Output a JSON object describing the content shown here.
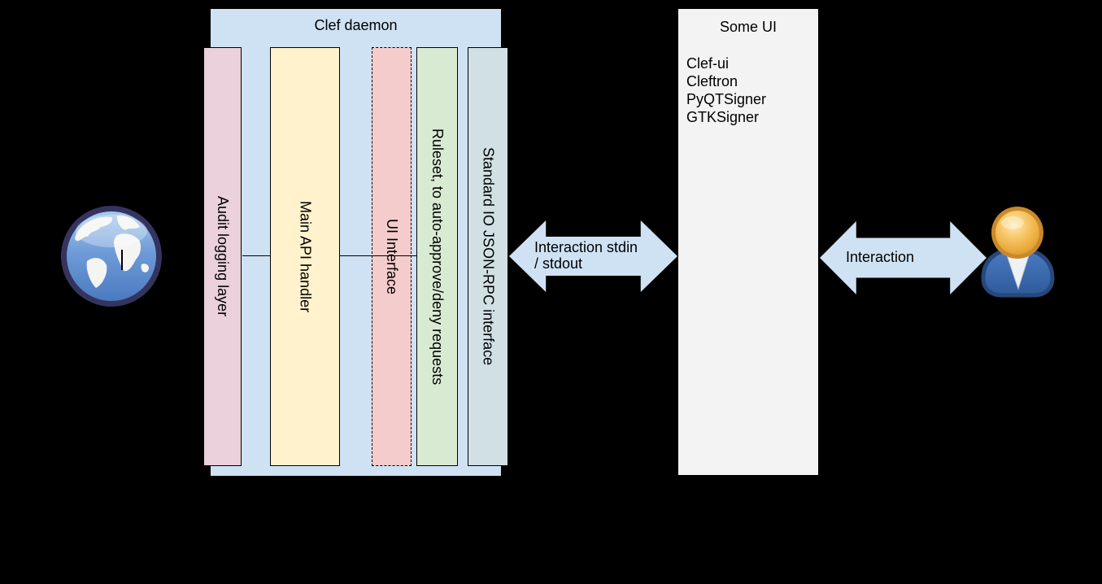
{
  "canvas": {
    "background": "#000000"
  },
  "clef_daemon": {
    "title": "Clef daemon",
    "fill": "#cfe2f3",
    "border_color": "#000000",
    "layers": [
      {
        "label": "Audit logging layer",
        "fill": "#ead1dc",
        "border_style": "solid"
      },
      {
        "label": "Main API handler",
        "fill": "#fff2cc",
        "border_style": "solid"
      },
      {
        "label": "UI Interface",
        "fill": "#f4cccc",
        "border_style": "dashed"
      },
      {
        "label": "Ruleset, to auto-approve/deny requests",
        "fill": "#d9ead3",
        "border_style": "solid"
      },
      {
        "label": "Standard IO JSON-RPC interface",
        "fill": "#d0e0e3",
        "border_style": "solid"
      }
    ]
  },
  "some_ui": {
    "title": "Some UI",
    "fill": "#f3f3f3",
    "items": [
      "Clef-ui",
      "Cleftron",
      "PyQTSigner",
      "GTKSigner"
    ]
  },
  "arrows": [
    {
      "fill": "#cfe2f3",
      "label_lines": [
        "Interaction stdin",
        "/ stdout"
      ]
    },
    {
      "fill": "#cfe2f3",
      "label_lines": [
        "Interaction"
      ]
    }
  ],
  "icons": [
    {
      "name": "globe-icon"
    },
    {
      "name": "user-icon"
    }
  ]
}
